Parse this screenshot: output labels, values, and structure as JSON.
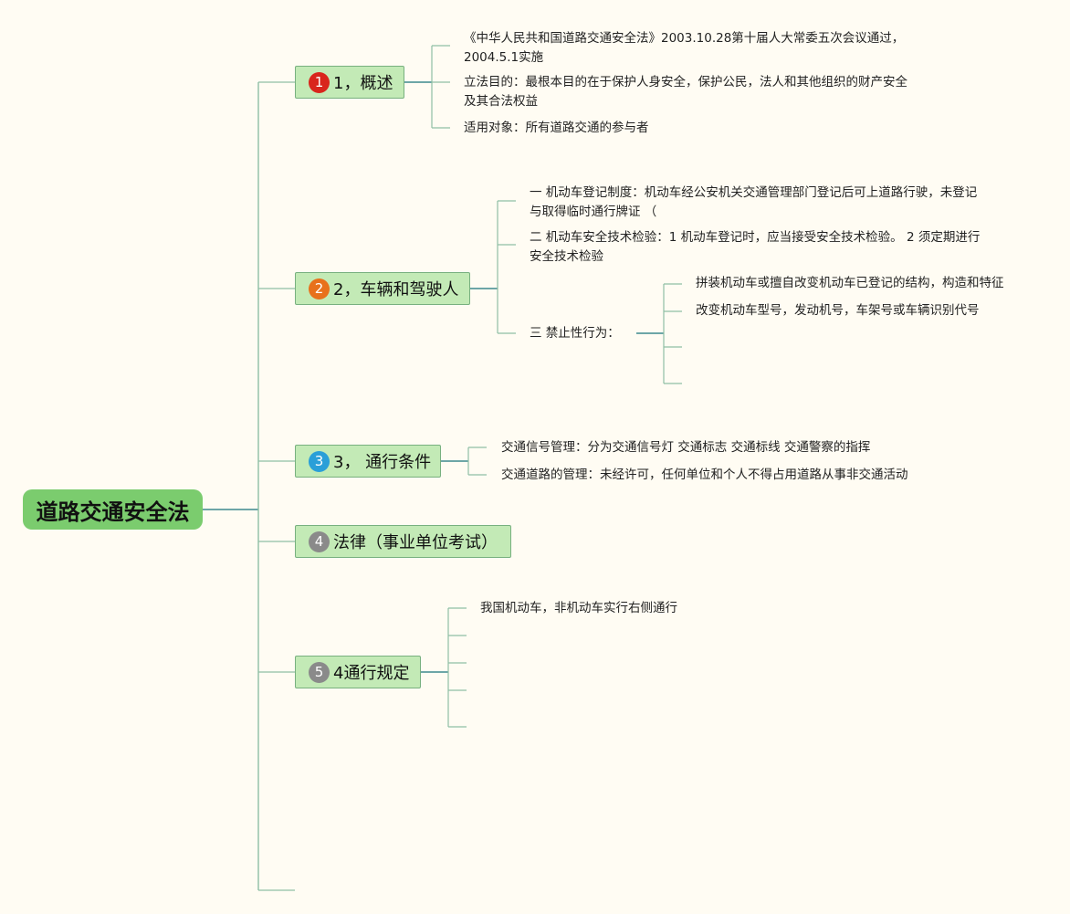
{
  "root": {
    "label": "道路交通安全法"
  },
  "topics": [
    {
      "num": "1",
      "label": "1，概述",
      "color": "#d9251c"
    },
    {
      "num": "2",
      "label": "2，车辆和驾驶人",
      "color": "#e8711c"
    },
    {
      "num": "3",
      "label": "3， 通行条件",
      "color": "#2a9fd8"
    },
    {
      "num": "4",
      "label": "法律（事业单位考试）",
      "color": "#8a8a8a"
    },
    {
      "num": "5",
      "label": "4通行规定",
      "color": "#8a8a8a"
    }
  ],
  "t1": {
    "items": [
      "《中华人民共和国道路交通安全法》2003.10.28第十届人大常委五次会议通过，2004.5.1实施",
      "立法目的：最根本目的在于保护人身安全，保护公民，法人和其他组织的财产安全及其合法权益",
      "适用对象：所有道路交通的参与者"
    ]
  },
  "t2": {
    "items": [
      "一 机动车登记制度：机动车经公安机关交通管理部门登记后可上道路行驶，未登记与取得临时通行牌证 （",
      "二 机动车安全技术检验：1 机动车登记时，应当接受安全技术检验。 2 须定期进行安全技术检验",
      "三 禁止性行为："
    ],
    "sub": [
      "拼装机动车或擅自改变机动车已登记的结构，构造和特征",
      "改变机动车型号，发动机号，车架号或车辆识别代号"
    ]
  },
  "t3": {
    "items": [
      "交通信号管理：分为交通信号灯 交通标志 交通标线 交通警察的指挥",
      "交通道路的管理：未经许可，任何单位和个人不得占用道路从事非交通活动"
    ]
  },
  "t5": {
    "items": [
      "我国机动车，非机动车实行右侧通行"
    ]
  }
}
